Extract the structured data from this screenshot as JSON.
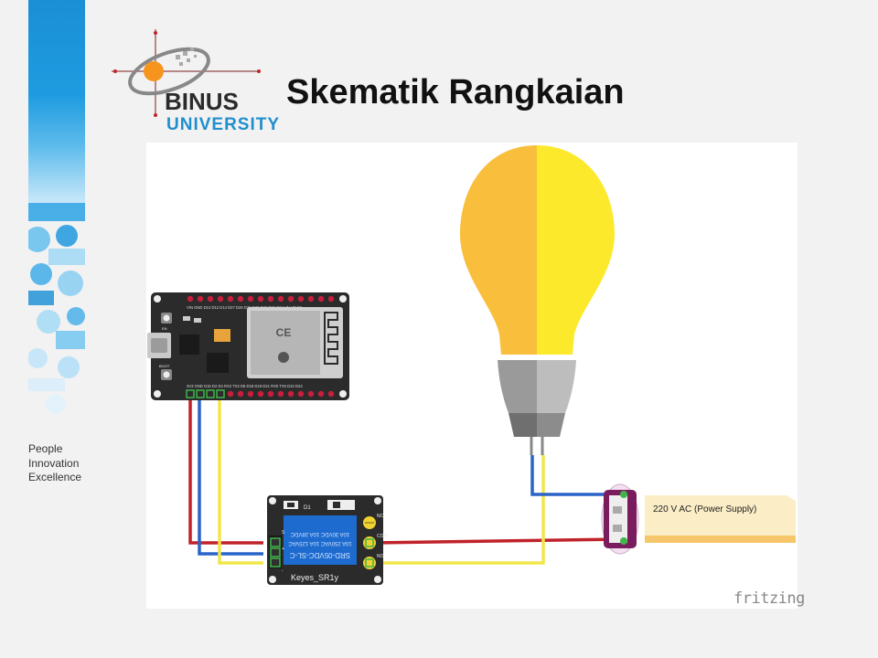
{
  "slide": {
    "title": "Skematik Rangkaian",
    "tagline": [
      "People",
      "Innovation",
      "Excellence"
    ]
  },
  "logo": {
    "line1": "BINUS",
    "line2": "UNIVERSITY",
    "colors": {
      "orange": "#f7941d",
      "blue": "#1f8fce",
      "dark": "#333333"
    }
  },
  "diagram": {
    "power_supply_label": "220 V AC (Power Supply)",
    "relay_module_label": "Keyes_SR1y",
    "relay_part_number": "SRD-05VDC-SL-C",
    "relay_ratings": [
      "10A 250VAC  10A 125VAC",
      "10A 30VDC  10A 28VDC"
    ],
    "relay_pin_labels": [
      "NC",
      "COM",
      "NO"
    ],
    "relay_input_labels": [
      "S",
      "+",
      "-"
    ],
    "relay_led_label": "D1",
    "esp32_top_pins": "VIN GND D13 D12 D14 D27 D26 D25 D33 D32 D35 D34 VN VP EN",
    "esp32_bottom_pins": "3V3 GND D15 D2 D4 RX2 TX2 D5 D18 D19 D21 RX0 TX0 D22 D23",
    "esp32_buttons": [
      "EN",
      "BOOT"
    ],
    "watermark": "fritzing",
    "wire_colors": {
      "red": "#c0222a",
      "blue": "#2a64c8",
      "yellow": "#f2e64a"
    }
  }
}
